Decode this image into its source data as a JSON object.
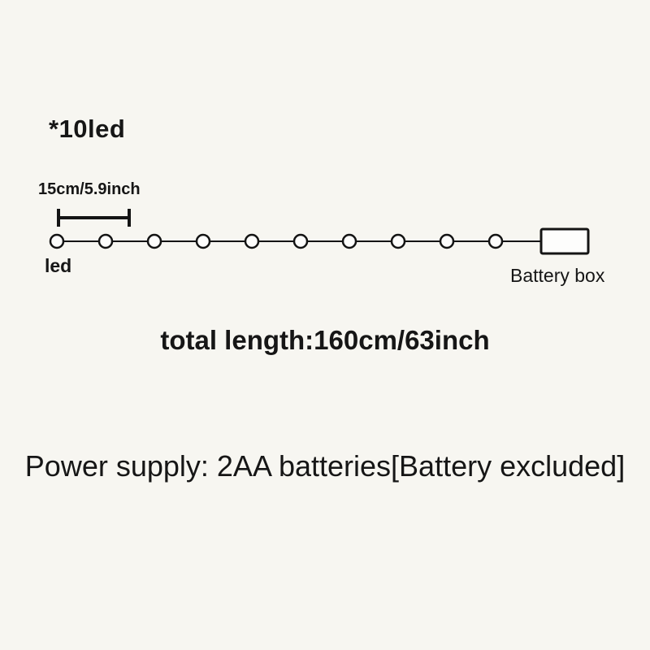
{
  "background_color": "#f7f6f1",
  "line_color": "#141414",
  "diagram": {
    "led_count_label": "*10led",
    "spacing_label": "15cm/5.9inch",
    "led_label": "led",
    "battery_box_label": "Battery box",
    "total_length_label": "total length:160cm/63inch",
    "power_supply_label": "Power supply: 2AA batteries[Battery excluded]",
    "led_count": 10
  }
}
